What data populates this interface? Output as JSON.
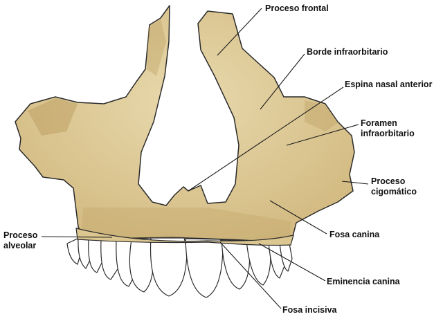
{
  "colors": {
    "bone": "#dcc791",
    "bone_light": "#e8d9ad",
    "bone_shadow": "#b89a5c",
    "outline": "#2a2a2a",
    "teeth": "#ffffff",
    "leader": "#1a1a1a"
  },
  "labels": {
    "proceso_frontal": "Proceso frontal",
    "borde_infraorbitario": "Borde infraorbitario",
    "espina_nasal_anterior": "Espina nasal anterior",
    "foramen_infraorbitario": {
      "line1": "Foramen",
      "line2": "infraorbitario"
    },
    "proceso_cigomatico": {
      "line1": "Proceso",
      "line2": "cigomático"
    },
    "fosa_canina": "Fosa canina",
    "proceso_alveolar": {
      "line1": "Proceso",
      "line2": "alveolar"
    },
    "eminencia_canina": "Eminencia canina",
    "fosa_incisiva": "Fosa incisiva"
  }
}
